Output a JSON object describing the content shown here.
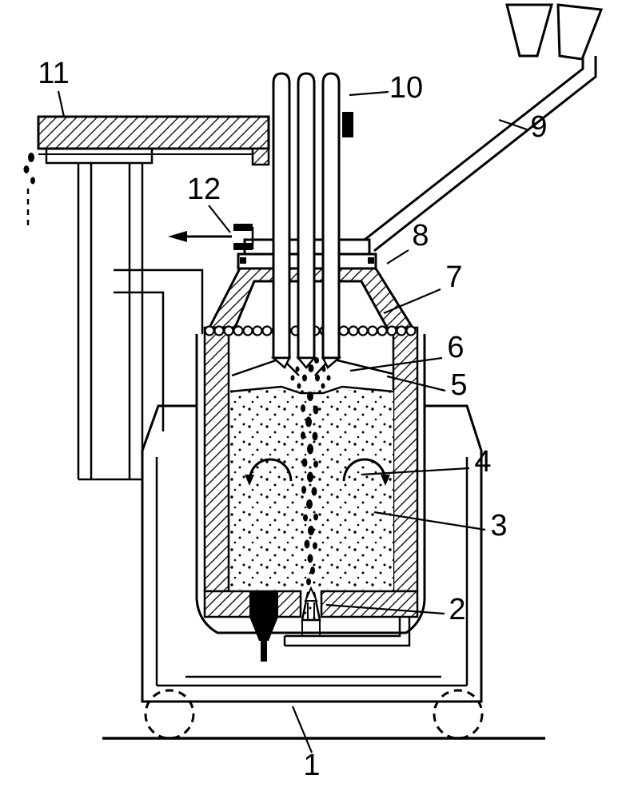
{
  "figure": {
    "type": "patent-line-drawing",
    "background": "#ffffff",
    "ink": "#000000"
  },
  "labels": {
    "items": [
      "1",
      "2",
      "3",
      "4",
      "5",
      "6",
      "7",
      "8",
      "9",
      "10",
      "11",
      "12"
    ]
  }
}
